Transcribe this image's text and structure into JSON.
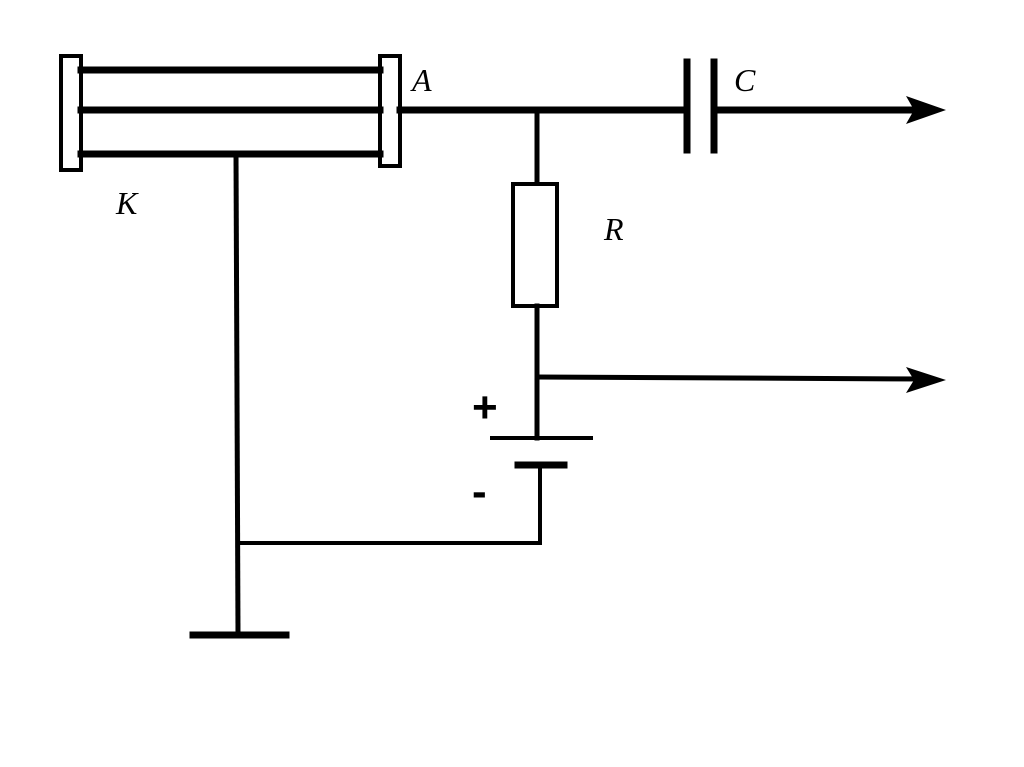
{
  "diagram": {
    "labels": {
      "cathode": "K",
      "anode": "A",
      "capacitor": "C",
      "resistor": "R",
      "battery_plus": "+",
      "battery_minus": "-"
    },
    "line_color": "#000000",
    "background": "#ffffff"
  }
}
